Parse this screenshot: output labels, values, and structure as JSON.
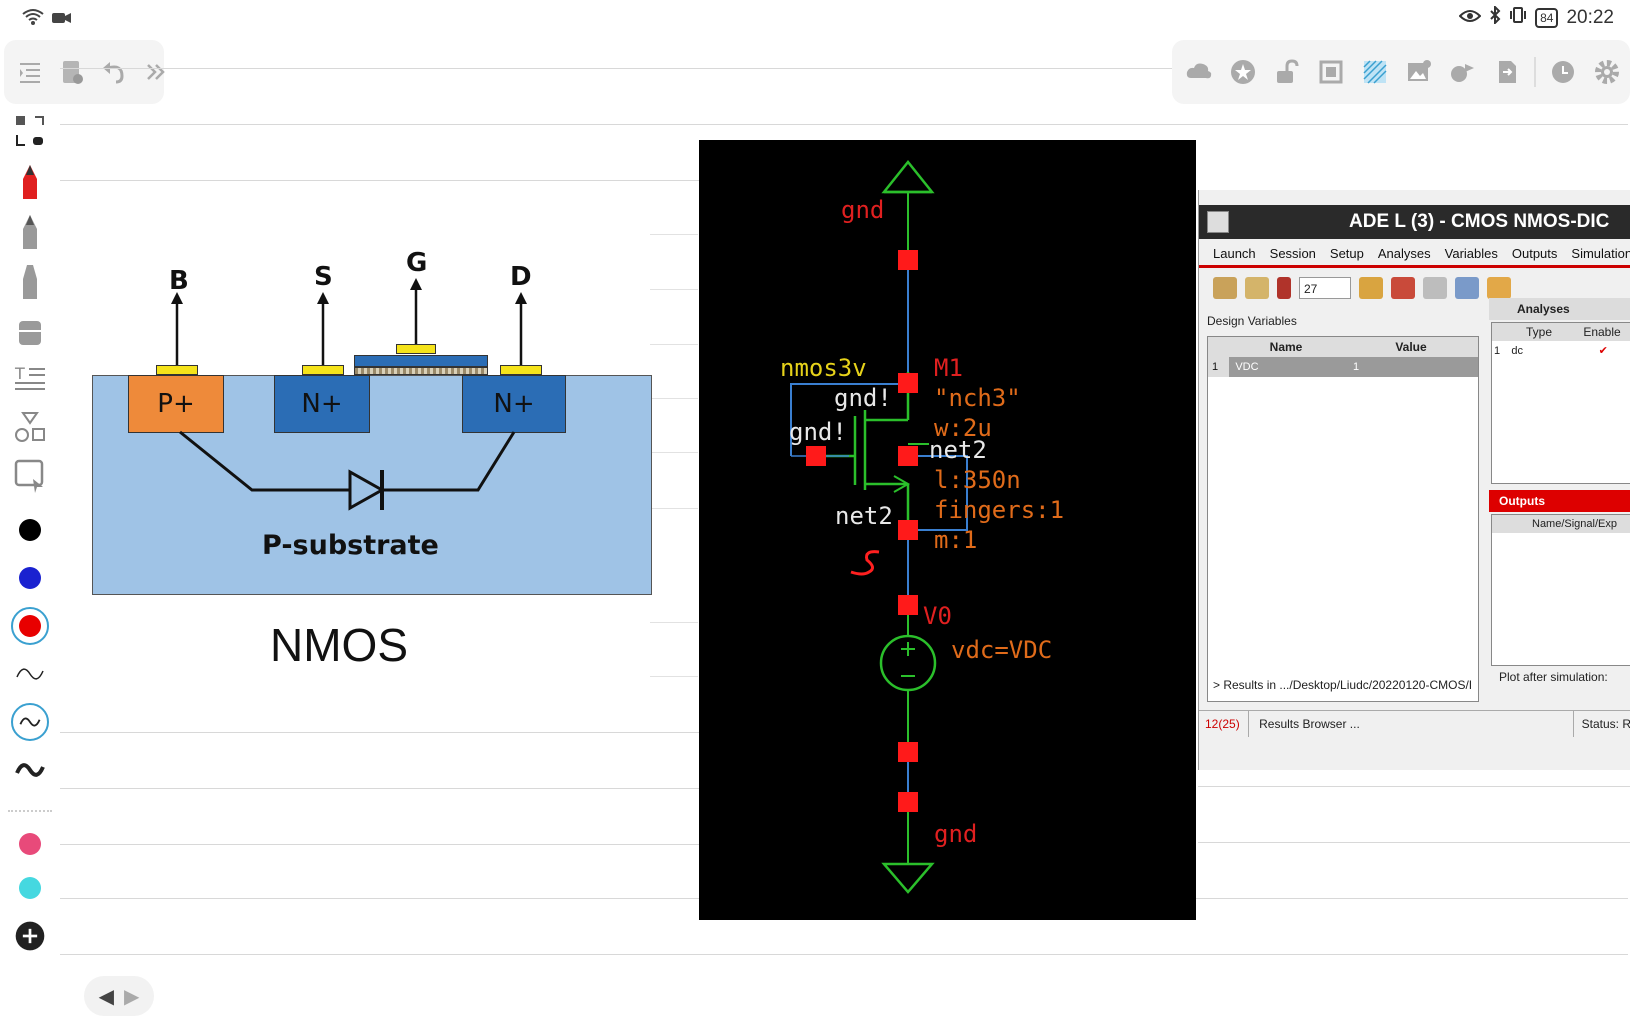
{
  "status_bar": {
    "time": "20:22",
    "battery": "84"
  },
  "diagram": {
    "terminals": [
      "B",
      "S",
      "G",
      "D"
    ],
    "wells": [
      "P+",
      "N+",
      "N+"
    ],
    "substrate_label": "P-substrate",
    "title": "NMOS"
  },
  "schematic": {
    "gnd_top": "gnd",
    "gnd_bottom": "gnd",
    "device_cell": "nmos3v",
    "instance": "M1",
    "model": "\"nch3\"",
    "width": "w:2u",
    "length": "l:350n",
    "fingers": "fingers:1",
    "multiplier": "m:1",
    "bulk_net": "gnd!",
    "gate_net": "gnd!",
    "drain_net": "net2",
    "source_net": "net2",
    "source_name": "V0",
    "source_value": "vdc=VDC",
    "annotation": "S"
  },
  "ade": {
    "title": "ADE L (3) - CMOS NMOS-DIC",
    "menu": [
      "Launch",
      "Session",
      "Setup",
      "Analyses",
      "Variables",
      "Outputs",
      "Simulation"
    ],
    "temperature": "27",
    "design_variables_label": "Design Variables",
    "dv_columns": [
      "Name",
      "Value"
    ],
    "dv_rows": [
      {
        "index": "1",
        "name": "VDC",
        "value": "1"
      }
    ],
    "analyses_title": "Analyses",
    "analyses_columns": [
      "Type",
      "Enable"
    ],
    "analyses_rows": [
      {
        "index": "1",
        "type": "dc",
        "enable": "✔"
      }
    ],
    "outputs_title": "Outputs",
    "outputs_column": "Name/Signal/Exp",
    "plot_after": "Plot after simulation:",
    "results_path": "> Results in .../Desktop/Liudc/20220120-CMOS/I",
    "status_count": "12(25)",
    "status_results": "Results Browser ...",
    "status_label": "Status: R"
  },
  "colors": {
    "schematic_bg": "#000000",
    "wire_green": "#2bbf2b",
    "pin_red": "#ff1a1a",
    "label_orange": "#e06b1a",
    "label_yellow": "#e6d21a",
    "accent_red": "#e02020"
  }
}
